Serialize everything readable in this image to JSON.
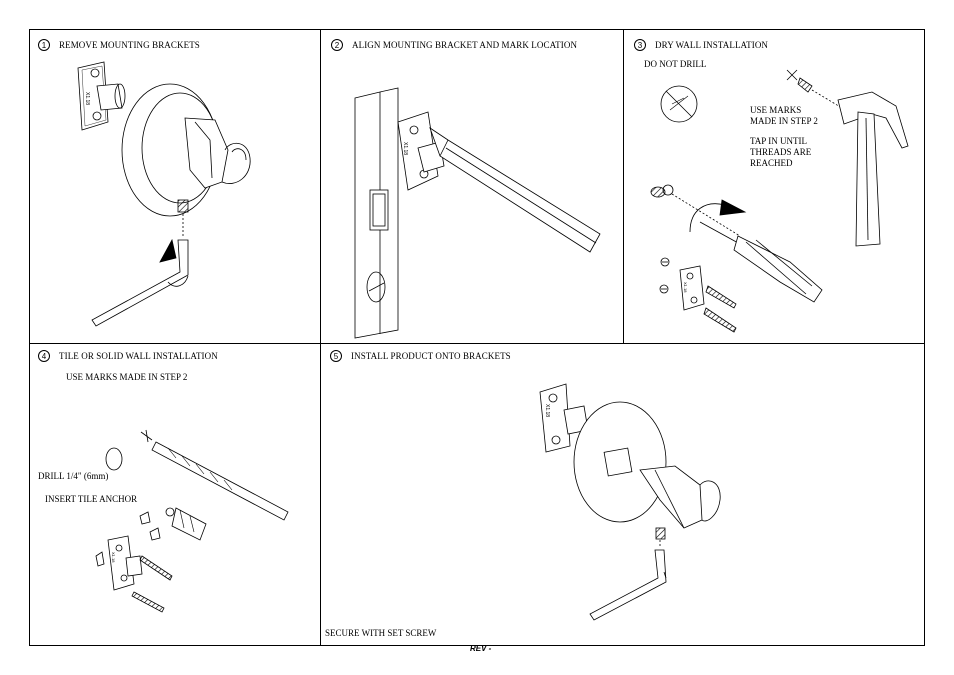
{
  "steps": [
    {
      "number": "1",
      "title": "REMOVE MOUNTING BRACKETS"
    },
    {
      "number": "2",
      "title": "ALIGN MOUNTING BRACKET AND MARK LOCATION"
    },
    {
      "number": "3",
      "title": "DRY WALL INSTALLATION"
    },
    {
      "number": "4",
      "title": "TILE OR SOLID WALL INSTALLATION"
    },
    {
      "number": "5",
      "title": "INSTALL PRODUCT ONTO BRACKETS"
    }
  ],
  "notes": {
    "do_not_drill": "DO NOT DRILL",
    "use_marks": "USE MARKS\nMADE IN STEP 2",
    "tap_in": "TAP IN UNTIL\nTHREADS ARE\n REACHED",
    "use_marks_step4": "USE MARKS MADE IN STEP 2",
    "drill_size": "DRILL 1/4\" (6mm)",
    "insert_anchor": "INSERT TILE ANCHOR",
    "secure": "SECURE WITH SET SCREW"
  },
  "bracket_mark": "X1.18",
  "footer": {
    "rev": "REV -"
  }
}
